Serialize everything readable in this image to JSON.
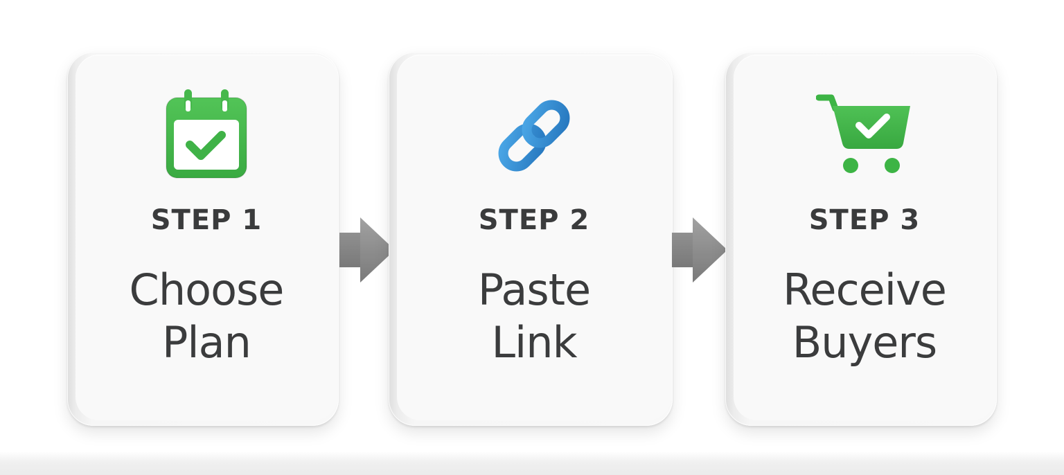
{
  "steps": [
    {
      "icon": "calendar-check-icon",
      "step_label": "STEP 1",
      "title_line1": "Choose",
      "title_line2": "Plan",
      "icon_color": "#43b84a"
    },
    {
      "icon": "link-chain-icon",
      "step_label": "STEP 2",
      "title_line1": "Paste",
      "title_line2": "Link",
      "icon_color": "#2f8fd6"
    },
    {
      "icon": "cart-check-icon",
      "step_label": "STEP 3",
      "title_line1": "Receive",
      "title_line2": "Buyers",
      "icon_color": "#3fb64a"
    }
  ],
  "connectors": [
    "arrow-right-icon",
    "arrow-right-icon"
  ],
  "colors": {
    "text": "#3a3b3c",
    "card": "#f8f8f8",
    "arrow": "#8a8a8a"
  }
}
